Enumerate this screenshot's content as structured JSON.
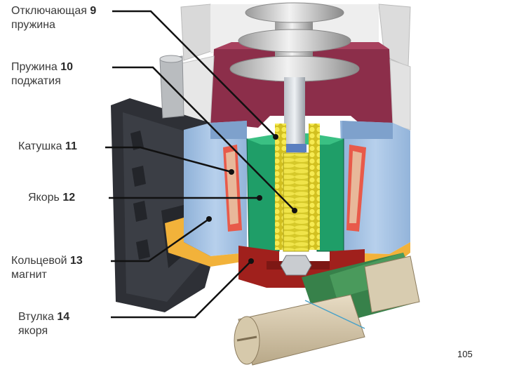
{
  "callouts": [
    {
      "name": "Отключающая",
      "number": "9",
      "line2": "пружина"
    },
    {
      "name": "Пружина",
      "number": "10",
      "line2": "поджатия"
    },
    {
      "name": "Катушка",
      "number": "11",
      "line2": ""
    },
    {
      "name": "Якорь",
      "number": "12",
      "line2": ""
    },
    {
      "name": "Кольцевой",
      "number": "13",
      "line2": "магнит"
    },
    {
      "name": "Втулка",
      "number": "14",
      "line2": "якоря"
    }
  ],
  "slide_number": "105",
  "colors": {
    "housing_blue": "#a9c6e6",
    "maroon": "#8c2e4a",
    "coil_green": "#1f9e68",
    "spring_yellow": "#e8dc3a",
    "magnet_dark": "#2e3036",
    "bushing_red": "#a0201c",
    "orange_plate": "#f2b23a",
    "leader_line": "#111111"
  }
}
